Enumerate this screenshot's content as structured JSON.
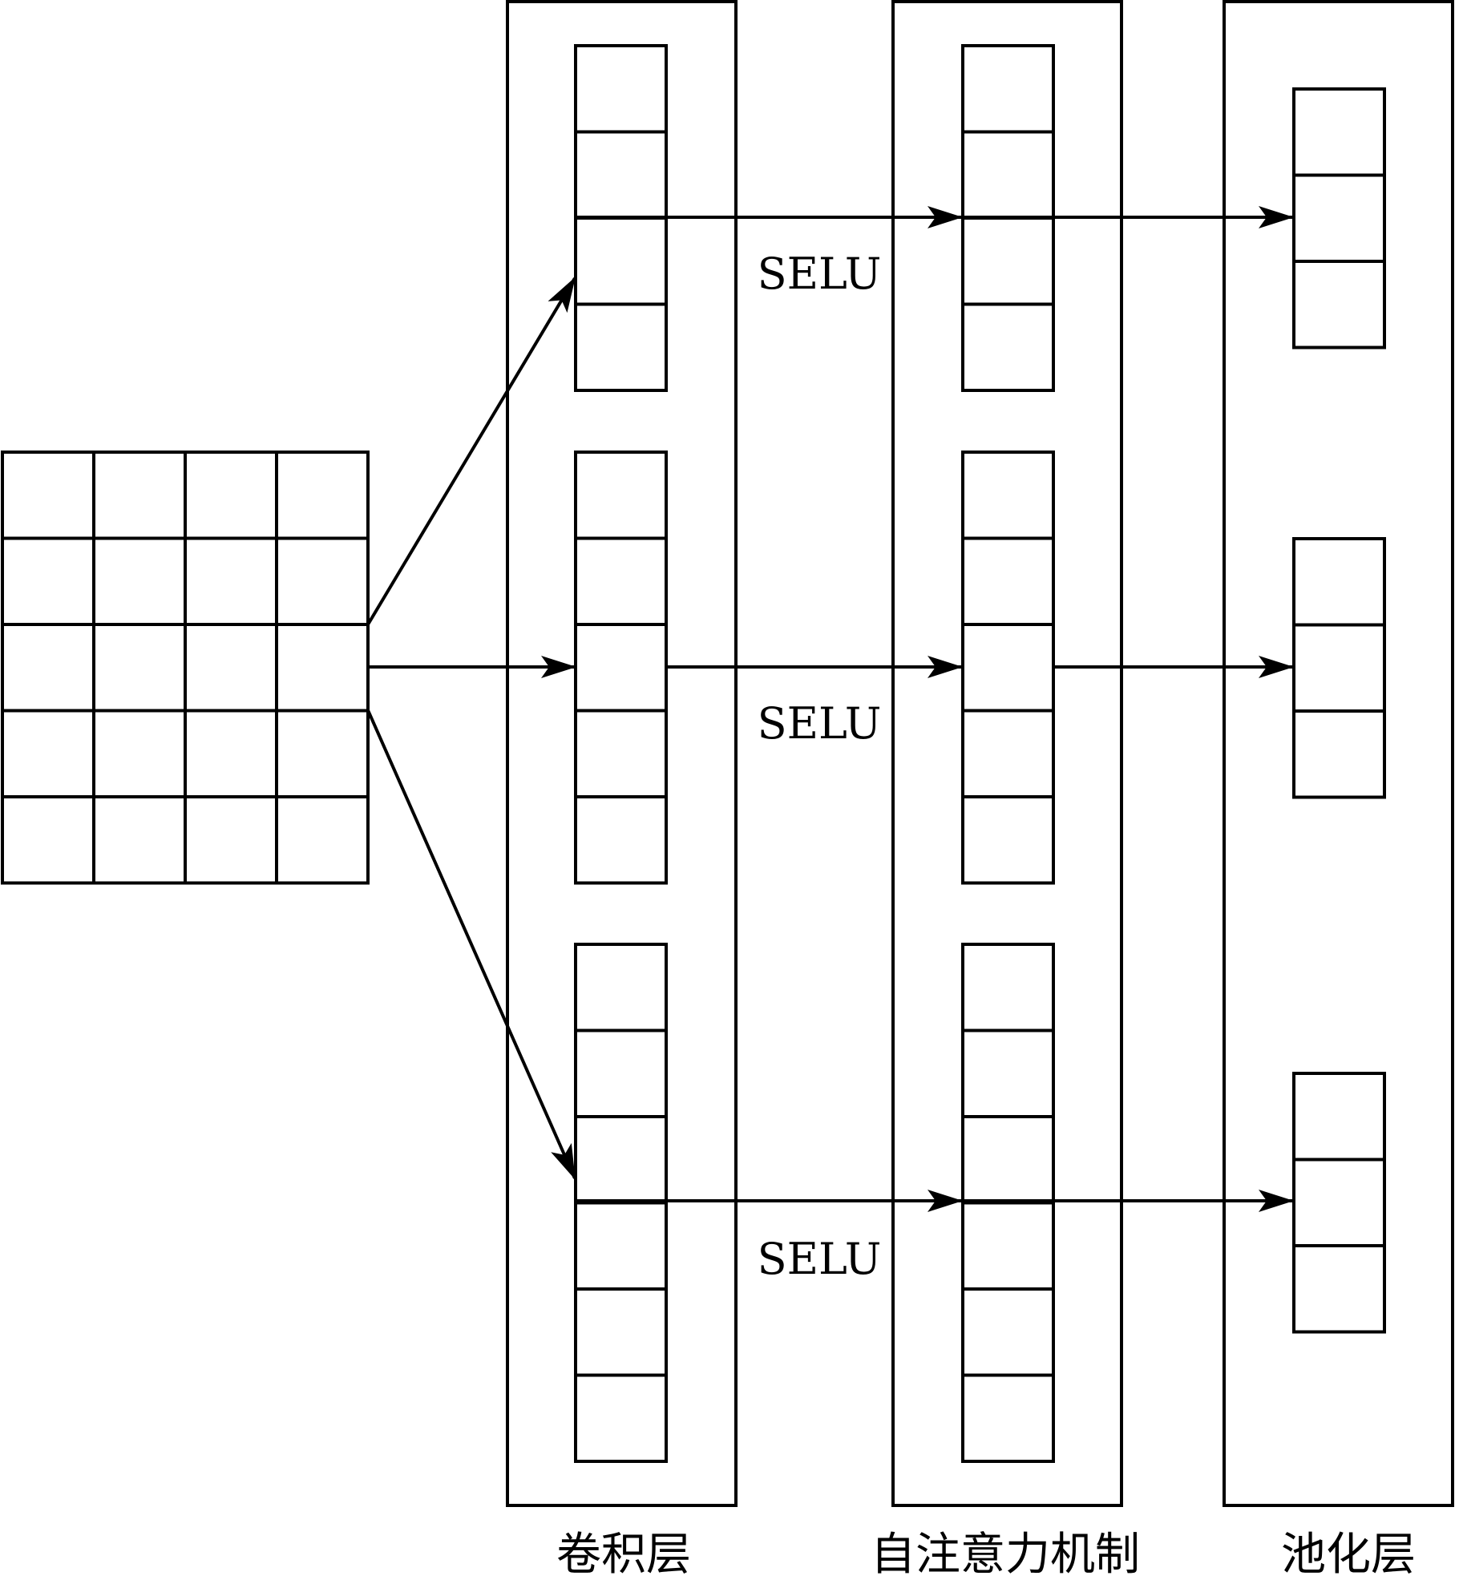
{
  "input_matrix": {
    "rows": 5,
    "cols": 4
  },
  "activation_label": "SELU",
  "columns": [
    {
      "id": "conv",
      "label": "卷积层",
      "vectors": [
        {
          "cells": 4
        },
        {
          "cells": 5
        },
        {
          "cells": 6
        }
      ]
    },
    {
      "id": "attention",
      "label": "自注意力机制",
      "vectors": [
        {
          "cells": 4
        },
        {
          "cells": 5
        },
        {
          "cells": 6
        }
      ]
    },
    {
      "id": "pool",
      "label": "池化层",
      "vectors": [
        {
          "cells": 3
        },
        {
          "cells": 3
        },
        {
          "cells": 3
        }
      ]
    }
  ],
  "selu_labels": [
    "SELU",
    "SELU",
    "SELU"
  ],
  "colors": {
    "stroke": "#000000",
    "background": "#ffffff"
  }
}
